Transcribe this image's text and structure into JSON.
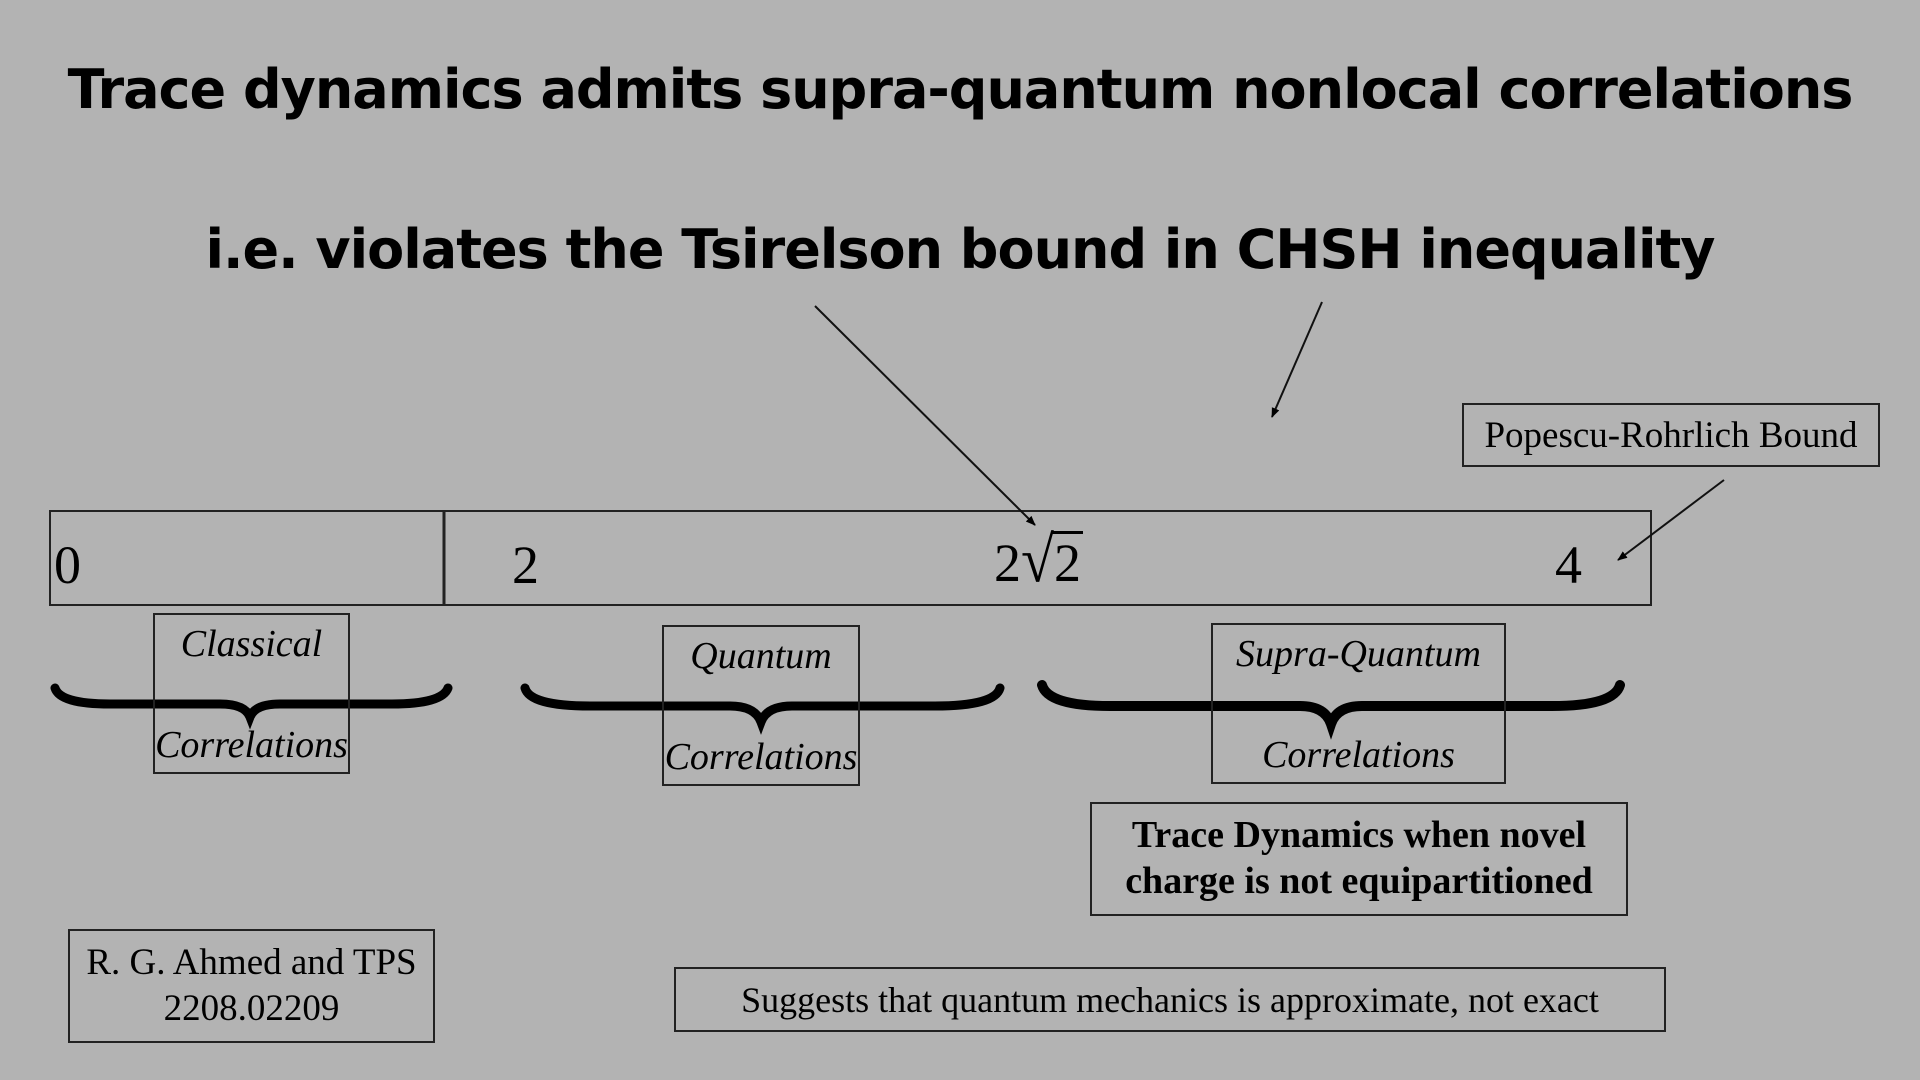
{
  "title": "Trace dynamics admits supra-quantum nonlocal correlations",
  "subtitle": "i.e. violates the Tsirelson bound in CHSH inequality",
  "scale": {
    "label_0": "0",
    "label_2": "2",
    "label_2sqrt2_coef": "2",
    "label_2sqrt2_sym": "√",
    "label_2sqrt2_rad": "2",
    "label_4": "4"
  },
  "pr_bound": "Popescu-Rohrlich Bound",
  "regions": {
    "classical": {
      "top": "Classical",
      "bottom": "Correlations"
    },
    "quantum": {
      "top": "Quantum",
      "bottom": "Correlations"
    },
    "supra": {
      "top": "Supra-Quantum",
      "bottom": "Correlations"
    }
  },
  "trace_note": {
    "line1": "Trace Dynamics when novel",
    "line2": "charge is not equipartitioned"
  },
  "citation": {
    "line1": "R. G. Ahmed and TPS",
    "line2": "2208.02209"
  },
  "suggestion": "Suggests that quantum mechanics is approximate, not exact"
}
